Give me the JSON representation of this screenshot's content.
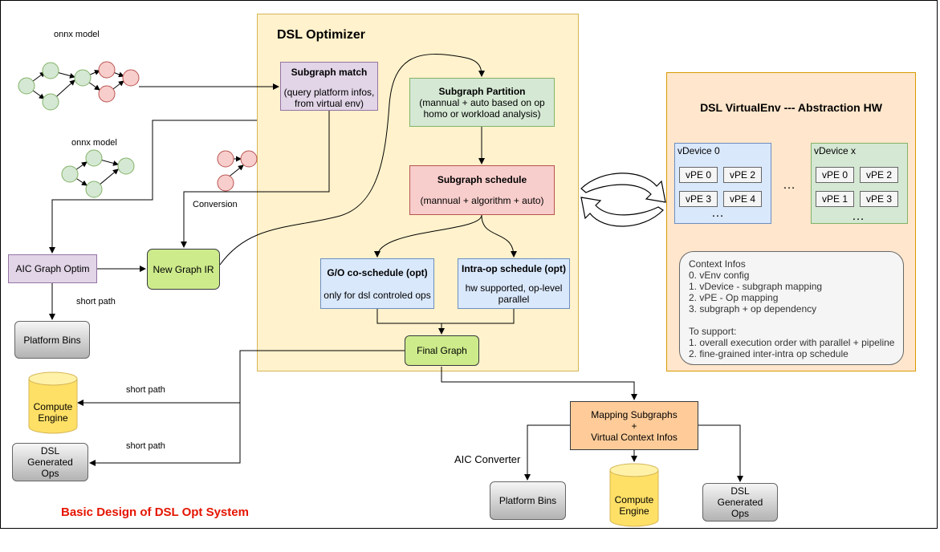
{
  "title": "Basic Design of DSL Opt System",
  "onnx_label_1": "onnx model",
  "onnx_label_2": "onnx model",
  "conversion_label": "Conversion",
  "short_path_1": "short path",
  "short_path_2": "short path",
  "short_path_3": "short path",
  "aic_converter_label": "AIC Converter",
  "aic_graph_optim": "AIC Graph Optim",
  "new_graph_ir": "New Graph IR",
  "platform_bins_left": "Platform Bins",
  "compute_engine_left": "Compute Engine",
  "dsl_generated_ops_left": "DSL Generated Ops",
  "dsl_optimizer": {
    "title": "DSL Optimizer",
    "subgraph_match": {
      "title": "Subgraph match",
      "desc": "(query platform infos, from virtual env)"
    },
    "subgraph_partition": {
      "title": "Subgraph Partition",
      "desc": "(mannual + auto based on op homo or workload analysis)"
    },
    "subgraph_schedule": {
      "title": "Subgraph schedule",
      "desc": "(mannual + algorithm + auto)"
    },
    "go_coschedule": {
      "title": "G/O co-schedule (opt)",
      "desc": "only for dsl controled ops"
    },
    "intra_op_schedule": {
      "title": "Intra-op schedule (opt)",
      "desc": "hw supported, op-level parallel"
    },
    "final_graph": "Final Graph"
  },
  "virtual_env": {
    "title": "DSL VirtualEnv --- Abstraction HW",
    "vdevice_0": {
      "name": "vDevice 0",
      "pes": [
        "vPE 0",
        "vPE 2",
        "vPE 3",
        "vPE 4"
      ],
      "more": "…"
    },
    "vdevice_x": {
      "name": "vDevice x",
      "pes": [
        "vPE 0",
        "vPE 2",
        "vPE 1",
        "vPE 3"
      ],
      "more": "…"
    },
    "between_dots": "…",
    "context_infos": [
      "Context Infos",
      "0. vEnv config",
      "1. vDevice - subgraph mapping",
      "2. vPE - Op mapping",
      "3. subgraph + op dependency",
      "",
      "To support:",
      "1. overall execution order with parallel + pipeline",
      "2. fine-grained inter-intra op schedule"
    ]
  },
  "mapping_box": {
    "line1": "Mapping Subgraphs",
    "line2": "+",
    "line3": "Virtual Context Infos"
  },
  "platform_bins_bottom": "Platform Bins",
  "compute_engine_bottom": "Compute Engine",
  "dsl_generated_ops_bottom": "DSL Generated Ops",
  "colors": {
    "optimizer_bg": "#fff2cc",
    "optimizer_border": "#d6b656",
    "venv_bg": "#ffe6cc",
    "venv_border": "#d79b00",
    "purple": "#e1d5e7",
    "green": "#d5e8d4",
    "red": "#f8cecc",
    "blue": "#dae8fc",
    "lime": "#cdeb8b",
    "orange": "#ffcc99",
    "yellow": "#ffe066",
    "title_red": "#e51400"
  }
}
